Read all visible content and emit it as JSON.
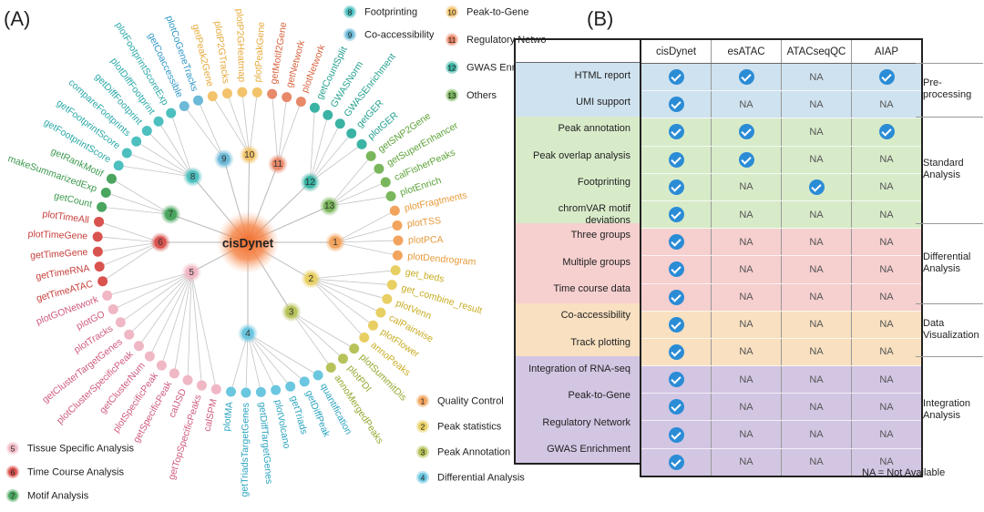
{
  "panel_a": {
    "label": "(A)",
    "center_label": "cisDynet",
    "legend_top": [
      {
        "num": "8",
        "label": "Footprinting",
        "color": "#4dbfbf"
      },
      {
        "num": "9",
        "label": "Co-accessibility",
        "color": "#6cb9d8"
      },
      {
        "num": "10",
        "label": "Peak-to-Gene",
        "color": "#f2c36b"
      },
      {
        "num": "11",
        "label": "Regulatory Network",
        "color": "#e8896a"
      },
      {
        "num": "12",
        "label": "GWAS Enrichment",
        "color": "#3ab3a4"
      },
      {
        "num": "13",
        "label": "Others",
        "color": "#7ab65b"
      }
    ],
    "legend_bottom_right": [
      {
        "num": "1",
        "label": "Quality Control",
        "color": "#f2a45e"
      },
      {
        "num": "2",
        "label": "Peak statistics",
        "color": "#e8cf63"
      },
      {
        "num": "3",
        "label": "Peak Annotation",
        "color": "#b7c25a"
      },
      {
        "num": "4",
        "label": "Differential Analysis",
        "color": "#6bc6df"
      }
    ],
    "legend_bottom_left": [
      {
        "num": "5",
        "label": "Tissue Specific Analysis",
        "color": "#f0b7c4"
      },
      {
        "num": "6",
        "label": "Time Course Analysis",
        "color": "#d9534f"
      },
      {
        "num": "7",
        "label": "Motif Analysis",
        "color": "#4aa55f"
      }
    ],
    "groups": [
      {
        "num": "1",
        "color": "#f2a45e",
        "text": "#e69a3a",
        "items": [
          "plotFragtments",
          "plotTSS",
          "plotPCA",
          "plotDendrogram"
        ]
      },
      {
        "num": "2",
        "color": "#e8cf63",
        "text": "#c9ad25",
        "items": [
          "get_beds",
          "get_combine_result",
          "plotVenn",
          "calPairwise",
          "plotFlower",
          "annoPeaks"
        ]
      },
      {
        "num": "3",
        "color": "#b7c25a",
        "text": "#94a82e",
        "items": [
          "plotSummitDis",
          "plotPDI",
          "annoMergedPeaks"
        ]
      },
      {
        "num": "4",
        "color": "#6bc6df",
        "text": "#2aa3bf",
        "items": [
          "quantification",
          "getDiffPeak",
          "getTriads",
          "plotVolcano",
          "getDiffTargetGenes",
          "getTriadsTargetGenes",
          "plotMA"
        ]
      },
      {
        "num": "5",
        "color": "#f0b7c4",
        "text": "#cf5b7d",
        "items": [
          "calSPM",
          "getTopSpecificPeaks",
          "calJSD",
          "getSpecificPeak",
          "plotSpecificPeak",
          "getClusterNum",
          "plotClusterSpecificPeak",
          "getClusterTargetGenes",
          "plotTracks",
          "plotGO",
          "plotGONetwork"
        ]
      },
      {
        "num": "6",
        "color": "#d9534f",
        "text": "#c6403c",
        "items": [
          "getTimeATAC",
          "getTimeRNA",
          "getTimeGene",
          "plotTimeGene",
          "plotTimeAll"
        ]
      },
      {
        "num": "7",
        "color": "#4aa55f",
        "text": "#3d9a4f",
        "items": [
          "getCount",
          "makeSummarizedExp",
          "getRankMotif"
        ]
      },
      {
        "num": "8",
        "color": "#4dbfbf",
        "text": "#2aa8a8",
        "items": [
          "getFootprintScore",
          "getFootprintScore",
          "compareFootprints",
          "getDiffFootprint",
          "plotDiffFootprint",
          "plotFootprintScoreExp"
        ]
      },
      {
        "num": "9",
        "color": "#6cb9d8",
        "text": "#2f97c6",
        "items": [
          "getCoaccessible",
          "plotCoGeneTracks"
        ]
      },
      {
        "num": "10",
        "color": "#f2c36b",
        "text": "#e6a93a",
        "items": [
          "getPeak2Gene",
          "plotP2GTracks",
          "plotP2GHeatmap",
          "plotPeakGene"
        ]
      },
      {
        "num": "11",
        "color": "#e8896a",
        "text": "#d8633e",
        "items": [
          "getMotif2Gene",
          "getNetwork",
          "plotNetwork"
        ]
      },
      {
        "num": "12",
        "color": "#3ab3a4",
        "text": "#23a08e",
        "items": [
          "getCountSplit",
          "GWASNorm",
          "GWASEnrichment",
          "getGER",
          "plotGER"
        ]
      },
      {
        "num": "13",
        "color": "#7ab65b",
        "text": "#5ea33a",
        "items": [
          "getSNP2Gene",
          "getSuperEnhancer",
          "calFisherPeaks",
          "plotEnrich"
        ]
      }
    ]
  },
  "panel_b": {
    "label": "(B)",
    "tools": [
      "cisDynet",
      "esATAC",
      "ATACseqQC",
      "AIAP"
    ],
    "na_text": "NA",
    "footnote": "NA = Not Available",
    "categories": [
      {
        "label": "Pre-\nprocessing",
        "color": "#cfe2ef",
        "rows": [
          {
            "feature": "HTML report",
            "values": [
              true,
              true,
              false,
              true
            ]
          },
          {
            "feature": "UMI support",
            "values": [
              true,
              false,
              false,
              false
            ]
          }
        ]
      },
      {
        "label": "Standard\nAnalysis",
        "color": "#d8ebc9",
        "rows": [
          {
            "feature": "Peak annotation",
            "values": [
              true,
              true,
              false,
              true
            ]
          },
          {
            "feature": "Peak overlap analysis",
            "values": [
              true,
              true,
              false,
              false
            ]
          },
          {
            "feature": "Footprinting",
            "values": [
              true,
              false,
              true,
              false
            ]
          },
          {
            "feature": "chromVAR motif deviations",
            "values": [
              true,
              false,
              false,
              false
            ]
          }
        ]
      },
      {
        "label": "Differential\nAnalysis",
        "color": "#f6cfcf",
        "rows": [
          {
            "feature": "Three groups",
            "values": [
              true,
              false,
              false,
              false
            ]
          },
          {
            "feature": "Multiple groups",
            "values": [
              true,
              false,
              false,
              false
            ]
          },
          {
            "feature": "Time course data",
            "values": [
              true,
              false,
              false,
              false
            ]
          }
        ]
      },
      {
        "label": "Data\nVisualization",
        "color": "#f8e0c0",
        "rows": [
          {
            "feature": "Co-accessibility",
            "values": [
              true,
              false,
              false,
              false
            ]
          },
          {
            "feature": "Track plotting",
            "values": [
              true,
              false,
              false,
              false
            ]
          }
        ]
      },
      {
        "label": "Integration\nAnalysis",
        "color": "#d3c6e3",
        "rows": [
          {
            "feature": "Integration of RNA-seq",
            "values": [
              true,
              false,
              false,
              false
            ]
          },
          {
            "feature": "Peak-to-Gene",
            "values": [
              true,
              false,
              false,
              false
            ]
          },
          {
            "feature": "Regulatory Network",
            "values": [
              true,
              false,
              false,
              false
            ]
          },
          {
            "feature": "GWAS Enrichment",
            "values": [
              true,
              false,
              false,
              false
            ]
          }
        ]
      }
    ]
  }
}
